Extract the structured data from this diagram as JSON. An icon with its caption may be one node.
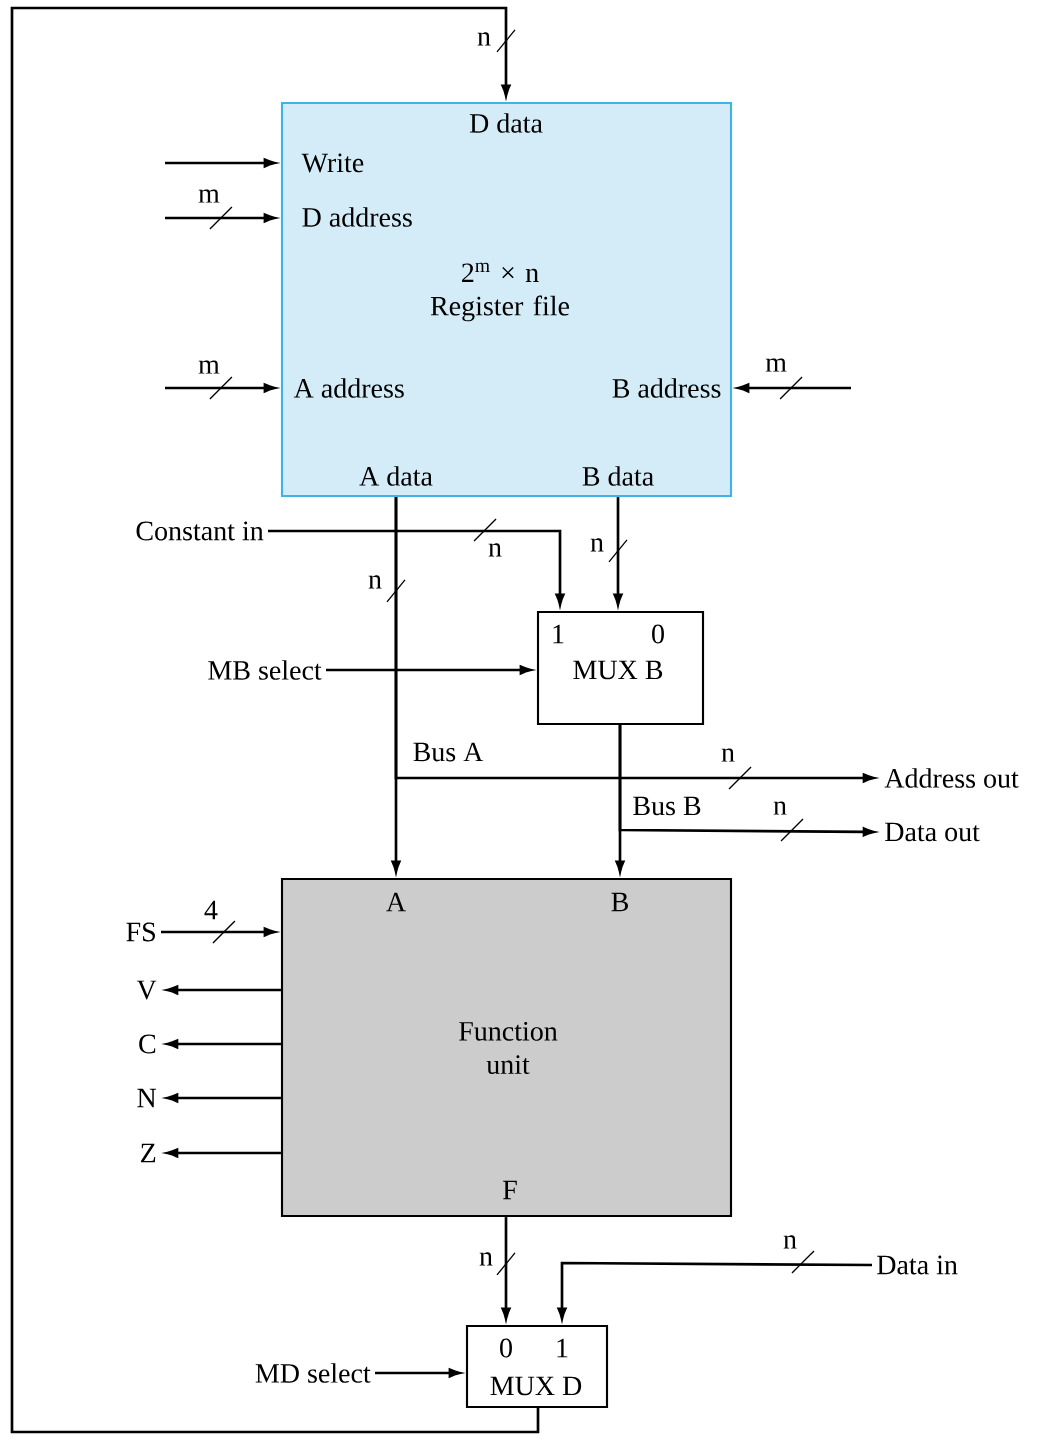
{
  "diagram": {
    "nodes": [
      {
        "text": [
          "D data",
          "Write",
          "D address",
          "2$^{m}$ × n Register file",
          "A address",
          "B address",
          "A data",
          "B data"
        ]
      },
      {
        "text": [
          "Constant in"
        ]
      },
      {
        "text": [
          "1",
          "0",
          "MUX B"
        ]
      },
      {
        "text": [
          "MB select"
        ]
      },
      {
        "text": [
          "A",
          "B",
          "Function unit",
          "F"
        ]
      },
      {
        "text": [
          "Address out"
        ]
      },
      {
        "text": [
          "Data out"
        ]
      },
      {
        "text": [
          "FS"
        ]
      },
      {
        "text": [
          "V"
        ]
      },
      {
        "text": [
          "C"
        ]
      },
      {
        "text": [
          "N"
        ]
      },
      {
        "text": [
          "Z"
        ]
      },
      {
        "text": [
          "0",
          "1",
          "MUX D"
        ]
      },
      {
        "text": [
          "Data in"
        ]
      },
      {
        "text": [
          "MD select"
        ]
      }
    ],
    "edges": [
      {
        "from": 12,
        "to": 0,
        "arrow": "to",
        "label": "n"
      },
      {
        "from": null,
        "to": 0,
        "arrow": "to"
      },
      {
        "from": null,
        "to": 0,
        "arrow": "to",
        "label": "m"
      },
      {
        "from": null,
        "to": 0,
        "arrow": "to",
        "label": "m"
      },
      {
        "from": null,
        "to": 0,
        "arrow": "to",
        "label": "m"
      },
      {
        "from": 1,
        "to": 2,
        "arrow": "to",
        "label": "n"
      },
      {
        "from": 0,
        "to": 2,
        "arrow": "to",
        "label": "n"
      },
      {
        "from": 0,
        "to": 4,
        "arrow": "to",
        "label": "n"
      },
      {
        "from": 0,
        "to": 5,
        "arrow": "to",
        "label": "n"
      },
      {
        "from": 3,
        "to": 2,
        "arrow": "to"
      },
      {
        "from": 2,
        "to": 4,
        "arrow": "to"
      },
      {
        "from": 2,
        "to": 6,
        "arrow": "to",
        "label": "n"
      },
      {
        "from": 7,
        "to": 4,
        "arrow": "to",
        "label": "4"
      },
      {
        "from": 4,
        "to": 8,
        "arrow": "to"
      },
      {
        "from": 4,
        "to": 9,
        "arrow": "to"
      },
      {
        "from": 4,
        "to": 10,
        "arrow": "to"
      },
      {
        "from": 4,
        "to": 11,
        "arrow": "to"
      },
      {
        "from": 4,
        "to": 12,
        "arrow": "to",
        "label": "n"
      },
      {
        "from": 13,
        "to": 12,
        "arrow": "to",
        "label": "n"
      },
      {
        "from": 14,
        "to": 12,
        "arrow": "to"
      }
    ],
    "labels": [
      "Bus A",
      "Bus B"
    ]
  }
}
